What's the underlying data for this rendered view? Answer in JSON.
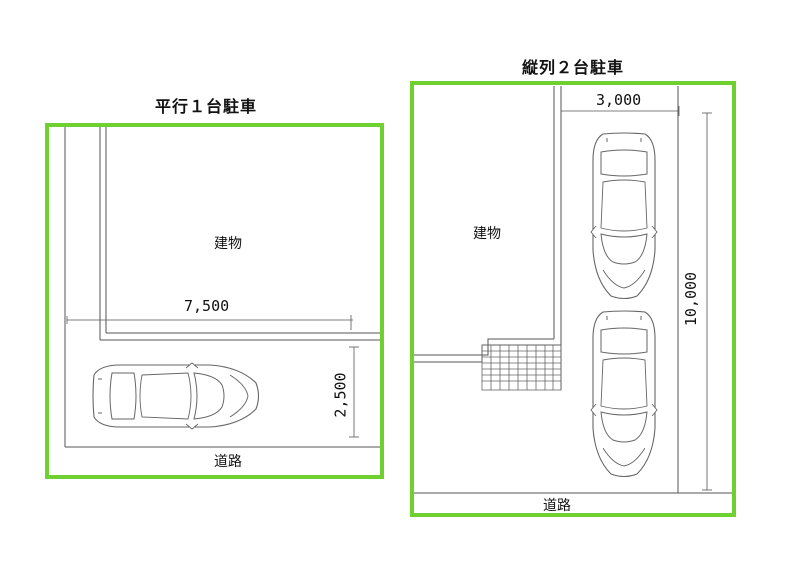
{
  "left_plan": {
    "title": "平行１台駐車",
    "building_label": "建物",
    "width_dim": "7,500",
    "depth_dim": "2,500",
    "road_label": "道路"
  },
  "right_plan": {
    "title": "縦列２台駐車",
    "building_label": "建物",
    "width_dim": "3,000",
    "length_dim": "10,000",
    "road_label": "道路"
  },
  "colors": {
    "frame": "#6ed12f",
    "line": "#555555",
    "car": "#666666"
  }
}
